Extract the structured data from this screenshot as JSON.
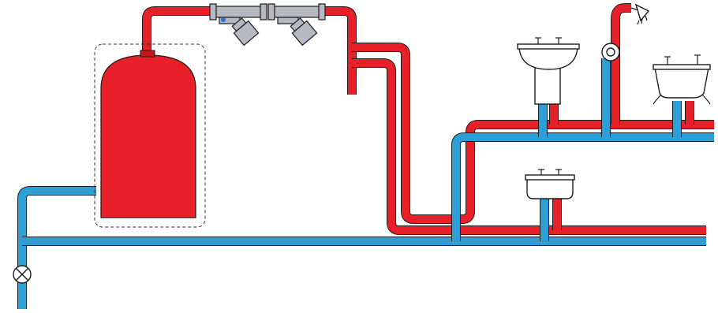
{
  "diagram": {
    "colors": {
      "hot_water": "#e8202a",
      "cold_water": "#2e9fd6",
      "tank": "#e8202a",
      "valve": "#b7b9c2",
      "outline": "#1c1c1c",
      "background": "#ffffff"
    },
    "components": [
      "water-heater-tank",
      "pressure-relief-valve-1",
      "pressure-relief-valve-2",
      "shutoff-valve",
      "washbasin-upper",
      "shower-head",
      "bathtub",
      "sink-lower"
    ],
    "icons": [
      "shutoff-valve-icon",
      "shower-head-icon",
      "faucet-icon"
    ]
  }
}
